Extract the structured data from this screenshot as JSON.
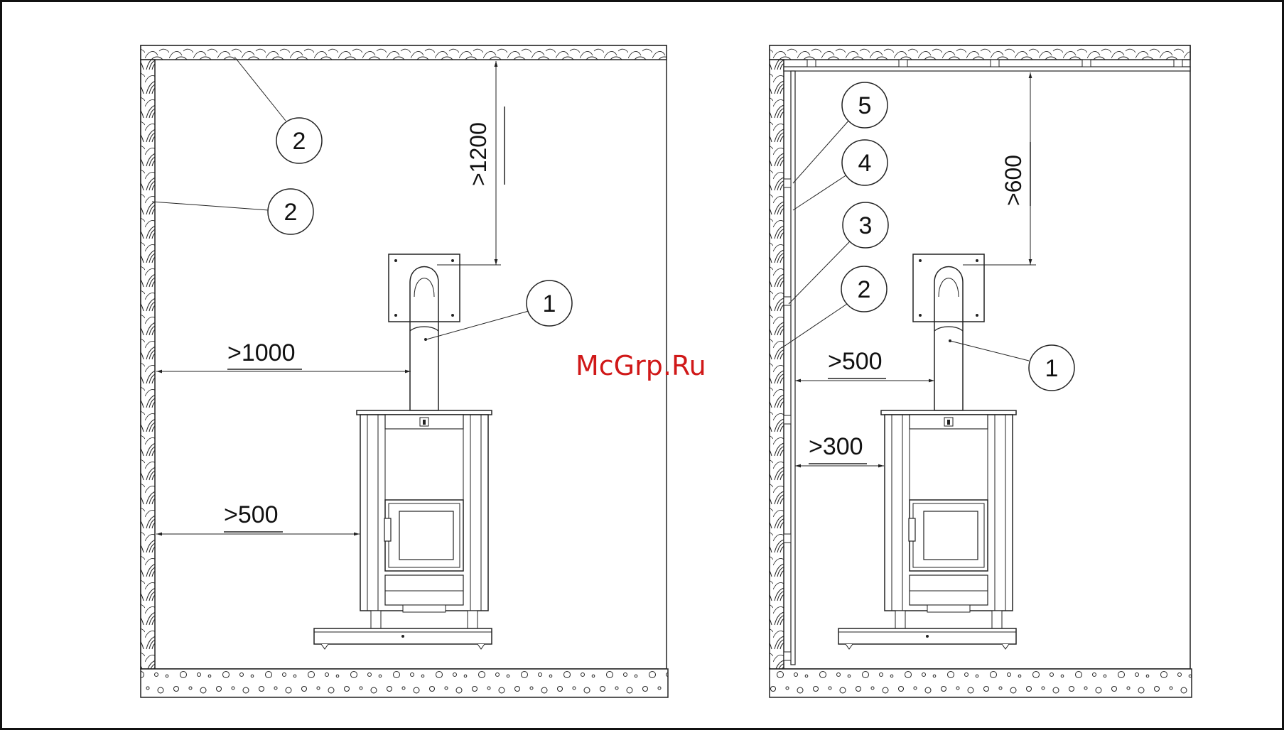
{
  "watermark": "McGrp.Ru",
  "left_diagram": {
    "dim_ceiling": ">1200",
    "dim_wall_pipe": ">1000",
    "dim_wall_stove": ">500",
    "callouts": [
      "2",
      "2",
      "1"
    ]
  },
  "right_diagram": {
    "dim_ceiling": ">600",
    "dim_wall_pipe": ">500",
    "dim_wall_stove": ">300",
    "callouts": [
      "5",
      "4",
      "3",
      "2",
      "1"
    ]
  }
}
